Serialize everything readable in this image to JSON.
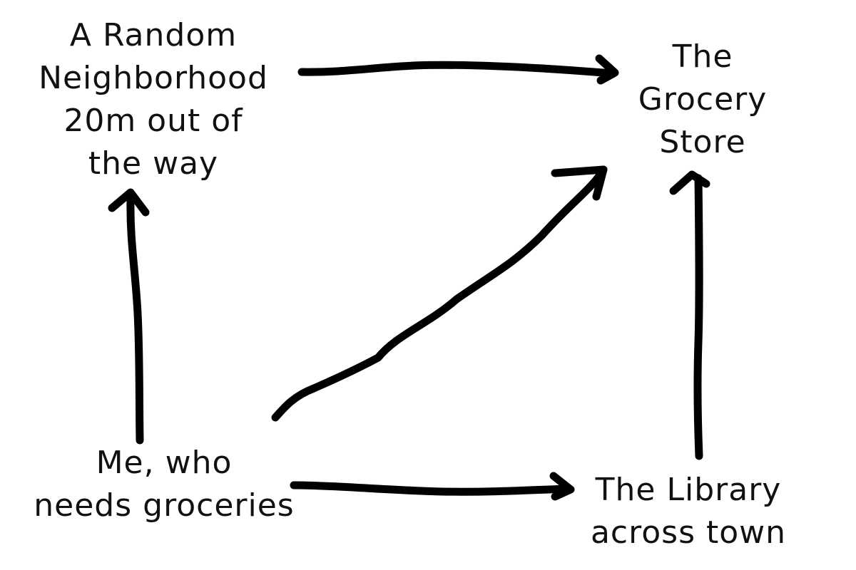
{
  "diagram": {
    "nodes": [
      {
        "id": "neighborhood",
        "lines": [
          "A Random",
          "Neighborhood",
          "20m out of",
          "the way"
        ]
      },
      {
        "id": "grocery",
        "lines": [
          "The",
          "Grocery",
          "Store"
        ]
      },
      {
        "id": "me",
        "lines": [
          "Me, who",
          "needs groceries"
        ]
      },
      {
        "id": "library",
        "lines": [
          "The Library",
          "across town"
        ]
      }
    ],
    "edges": [
      {
        "from": "me",
        "to": "neighborhood"
      },
      {
        "from": "neighborhood",
        "to": "grocery"
      },
      {
        "from": "me",
        "to": "grocery"
      },
      {
        "from": "me",
        "to": "library"
      },
      {
        "from": "library",
        "to": "grocery"
      }
    ]
  },
  "colors": {
    "ink": "#000000",
    "background": "#ffffff"
  }
}
